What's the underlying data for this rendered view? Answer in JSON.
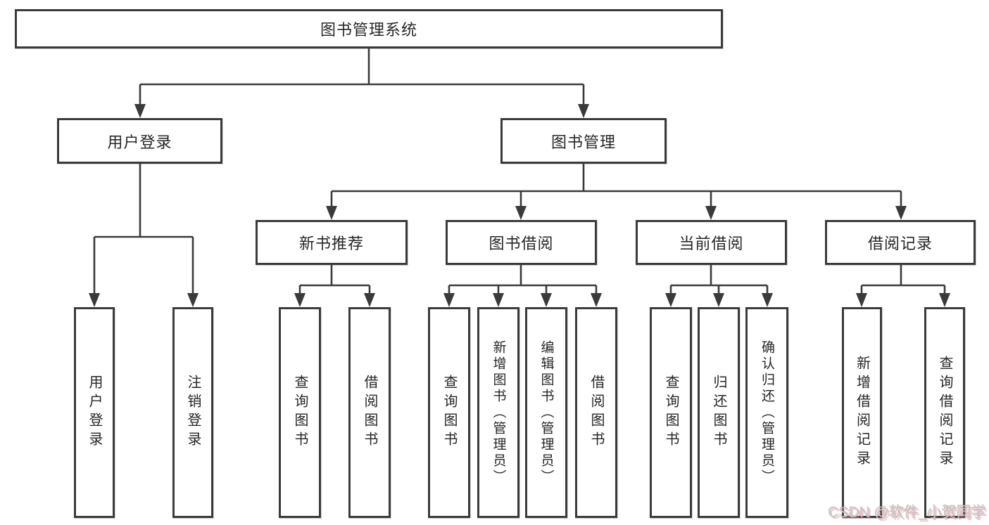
{
  "diagram": {
    "title": "图书管理系统",
    "root": {
      "label": "图书管理系统"
    },
    "level2": [
      {
        "id": "user-login",
        "label": "用户登录"
      },
      {
        "id": "book-management",
        "label": "图书管理"
      }
    ],
    "level3": [
      {
        "id": "new-book-recommend",
        "parent": "book-management",
        "label": "新书推荐"
      },
      {
        "id": "book-borrowing",
        "parent": "book-management",
        "label": "图书借阅"
      },
      {
        "id": "current-borrowing",
        "parent": "book-management",
        "label": "当前借阅"
      },
      {
        "id": "borrowing-records",
        "parent": "book-management",
        "label": "借阅记录"
      }
    ],
    "leaves": [
      {
        "parent": "user-login",
        "label": "用户登录"
      },
      {
        "parent": "user-login",
        "label": "注销登录"
      },
      {
        "parent": "new-book-recommend",
        "label": "查询图书"
      },
      {
        "parent": "new-book-recommend",
        "label": "借阅图书"
      },
      {
        "parent": "book-borrowing",
        "label": "查询图书"
      },
      {
        "parent": "book-borrowing",
        "label": "新增图书（管理员）"
      },
      {
        "parent": "book-borrowing",
        "label": "编辑图书（管理员）"
      },
      {
        "parent": "book-borrowing",
        "label": "借阅图书"
      },
      {
        "parent": "current-borrowing",
        "label": "查询图书"
      },
      {
        "parent": "current-borrowing",
        "label": "归还图书"
      },
      {
        "parent": "current-borrowing",
        "label": "确认归还（管理员）"
      },
      {
        "parent": "borrowing-records",
        "label": "新增借阅记录"
      },
      {
        "parent": "borrowing-records",
        "label": "查询借阅记录"
      }
    ]
  },
  "watermark": "CSDN @软件_小贺同学",
  "colors": {
    "line": "#3a3a3a",
    "box_border": "#3b3b3b",
    "text": "#262626",
    "background": "#ffffff",
    "watermark_text": "#c9c9c9",
    "watermark_shadow": "#eb828c"
  }
}
